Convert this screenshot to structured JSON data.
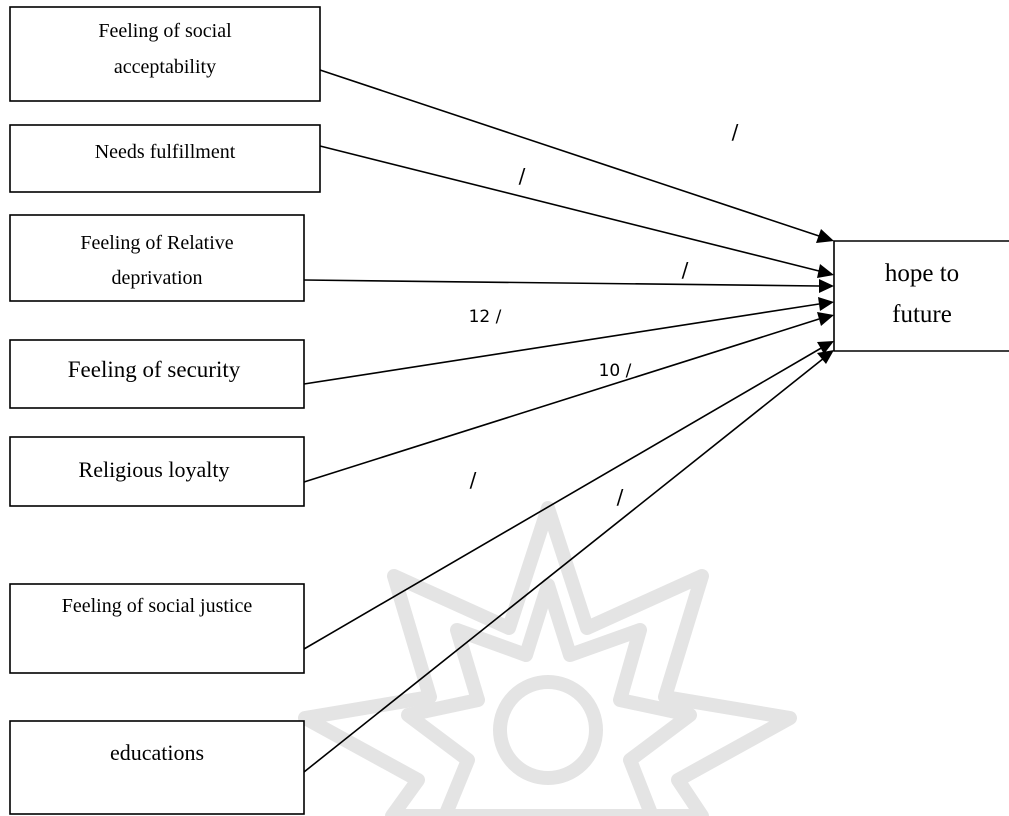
{
  "diagram": {
    "nodes": [
      {
        "id": "social-acceptability",
        "lines": [
          "Feeling of  social",
          "acceptability"
        ]
      },
      {
        "id": "needs-fulfillment",
        "lines": [
          "Needs fulfillment"
        ]
      },
      {
        "id": "relative-deprivation",
        "lines": [
          "Feeling of Relative",
          "deprivation"
        ]
      },
      {
        "id": "security",
        "lines": [
          "Feeling of security"
        ]
      },
      {
        "id": "religious-loyalty",
        "lines": [
          "Religious loyalty"
        ]
      },
      {
        "id": "social-justice",
        "lines": [
          "Feeling of social justice"
        ]
      },
      {
        "id": "educations",
        "lines": [
          "educations"
        ]
      }
    ],
    "target": {
      "id": "hope-to-future",
      "lines": [
        "hope to",
        "future"
      ]
    },
    "edge_labels": [
      "/",
      "/",
      "/",
      "12 /",
      "10 /",
      "/",
      "/"
    ],
    "colors": {
      "line": "#000000",
      "watermark": "#e4e4e4"
    }
  }
}
